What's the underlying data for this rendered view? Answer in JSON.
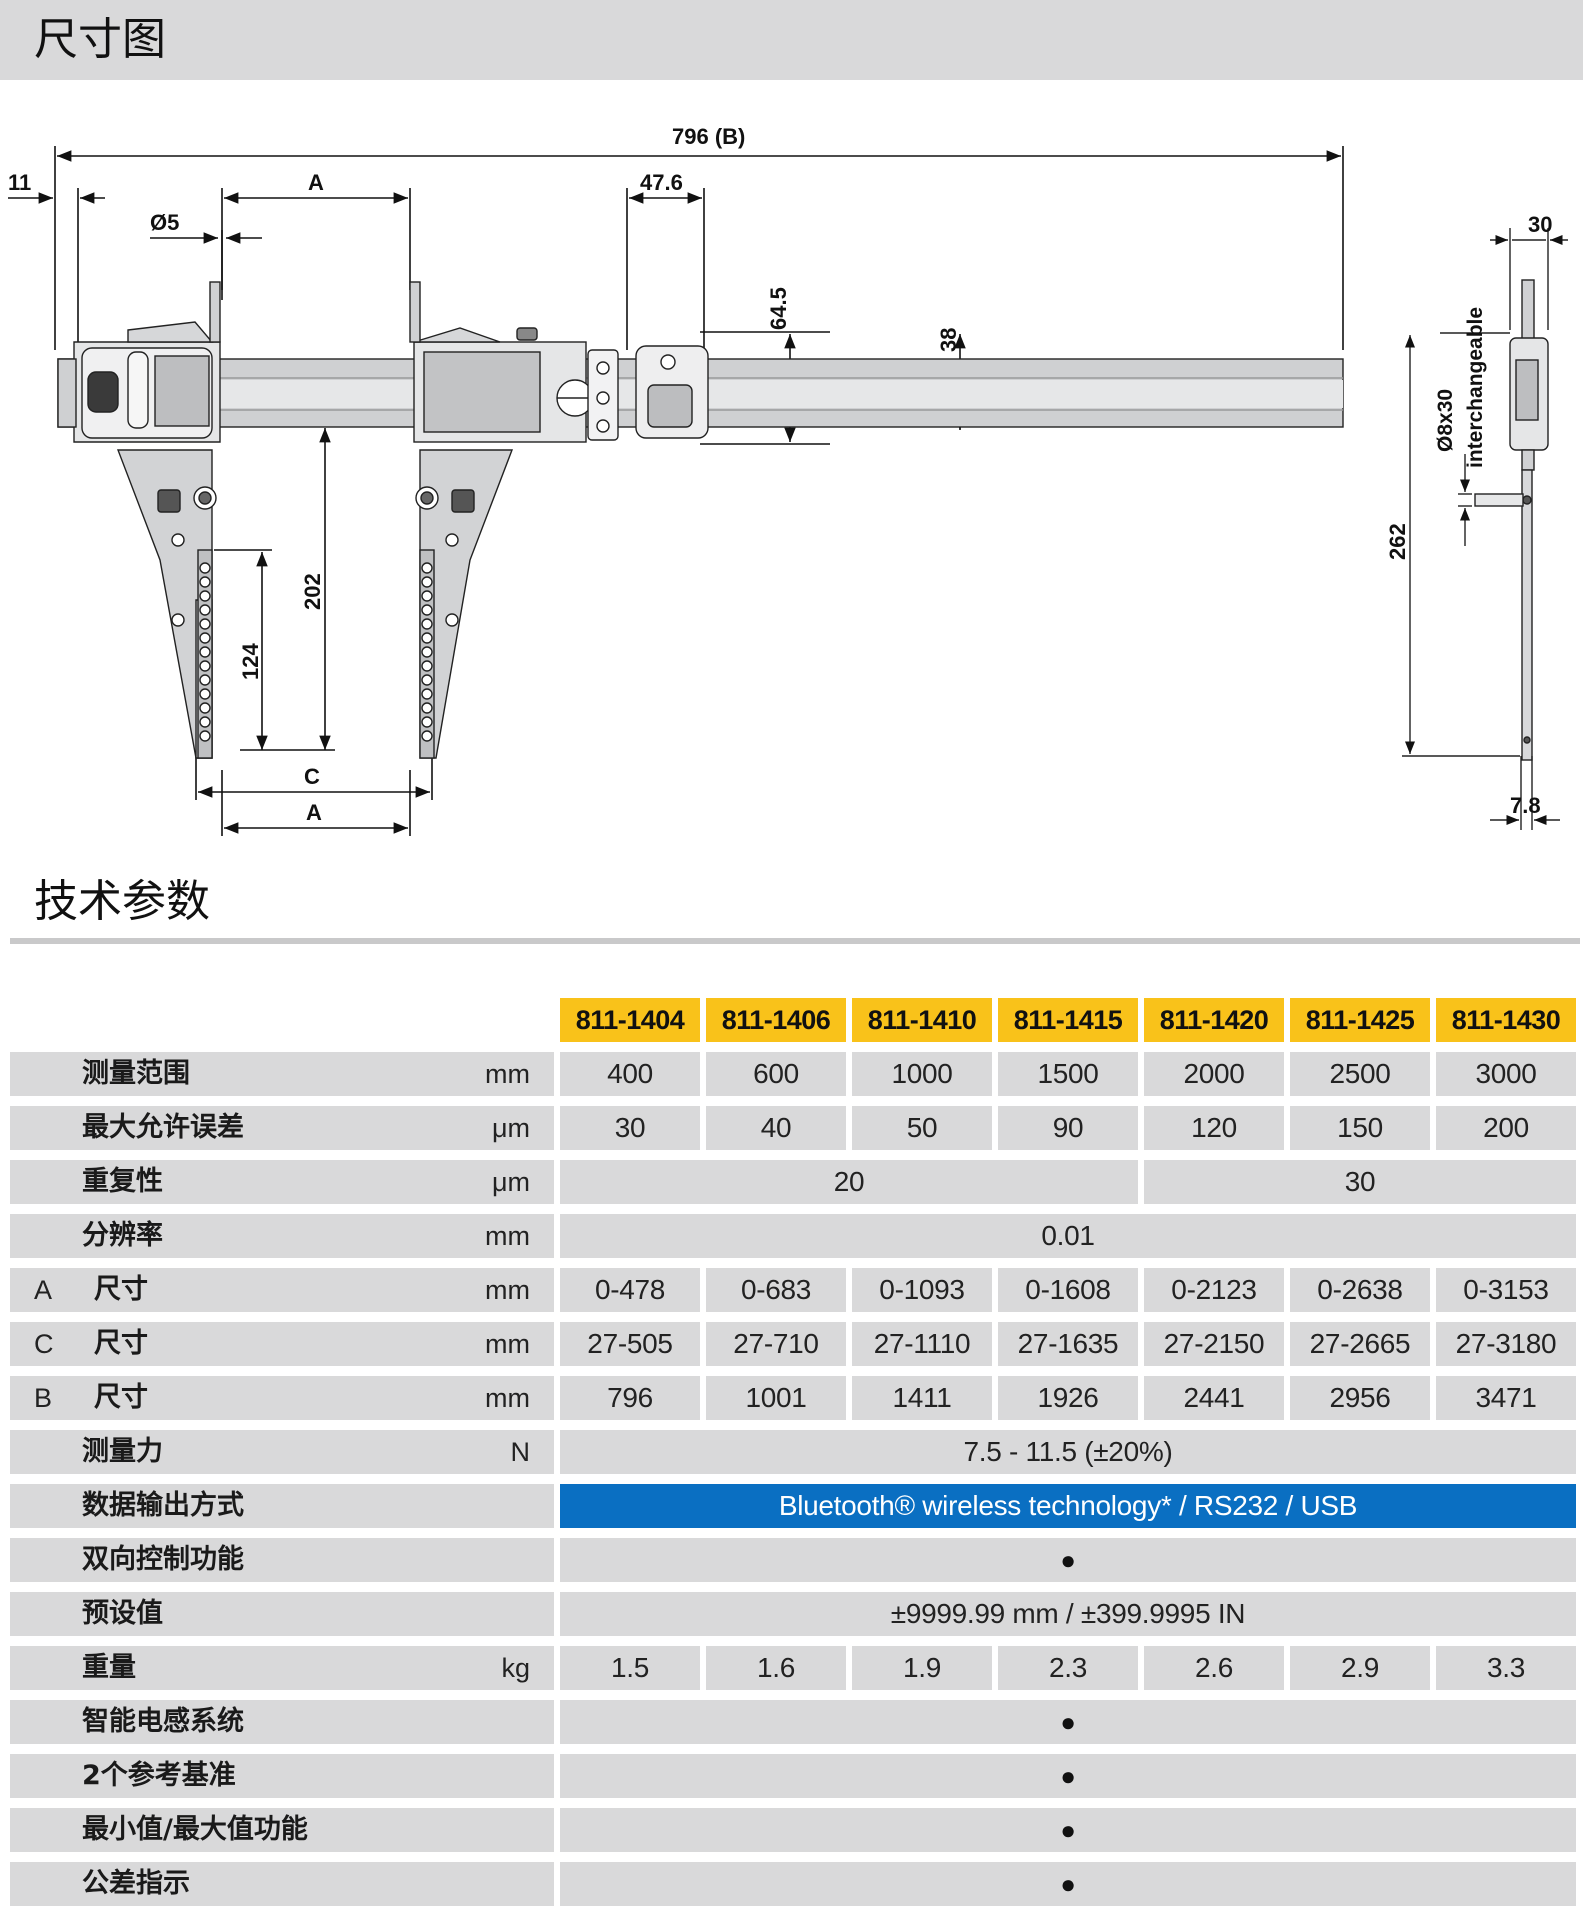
{
  "sections": {
    "dimension_title": "尺寸图",
    "spec_title": "技术参数"
  },
  "drawing": {
    "total_length": "796  (B)",
    "dim_11": "11",
    "dim_a_top": "A",
    "dim_diameter": "Ø5",
    "dim_47_6": "47.6",
    "dim_64_5": "64.5",
    "dim_38": "38",
    "dim_124": "124",
    "dim_202": "202",
    "dim_c": "C",
    "dim_a_bottom": "A",
    "dim_30": "30",
    "dim_262": "262",
    "dim_8x30": "Ø8x30",
    "interchangeable": "interchangeable",
    "dim_7_8": "7.8"
  },
  "table": {
    "models": [
      "811-1404",
      "811-1406",
      "811-1410",
      "811-1415",
      "811-1420",
      "811-1425",
      "811-1430"
    ],
    "rows": [
      {
        "prefix": "",
        "label": "测量范围",
        "unit": "mm",
        "values": [
          "400",
          "600",
          "1000",
          "1500",
          "2000",
          "2500",
          "3000"
        ]
      },
      {
        "prefix": "",
        "label": "最大允许误差",
        "unit": "μm",
        "values": [
          "30",
          "40",
          "50",
          "90",
          "120",
          "150",
          "200"
        ]
      },
      {
        "prefix": "",
        "label": "重复性",
        "unit": "μm",
        "groups": [
          {
            "value": "20",
            "span": 4
          },
          {
            "value": "30",
            "span": 3
          }
        ]
      },
      {
        "prefix": "",
        "label": "分辨率",
        "unit": "mm",
        "full": "0.01"
      },
      {
        "prefix": "A",
        "label": "尺寸",
        "unit": "mm",
        "values": [
          "0-478",
          "0-683",
          "0-1093",
          "0-1608",
          "0-2123",
          "0-2638",
          "0-3153"
        ]
      },
      {
        "prefix": "C",
        "label": "尺寸",
        "unit": "mm",
        "values": [
          "27-505",
          "27-710",
          "27-1110",
          "27-1635",
          "27-2150",
          "27-2665",
          "27-3180"
        ]
      },
      {
        "prefix": "B",
        "label": "尺寸",
        "unit": "mm",
        "values": [
          "796",
          "1001",
          "1411",
          "1926",
          "2441",
          "2956",
          "3471"
        ]
      },
      {
        "prefix": "",
        "label": "测量力",
        "unit": "N",
        "full": "7.5 - 11.5 (±20%)"
      },
      {
        "prefix": "",
        "label": "数据输出方式",
        "unit": "",
        "full": "Bluetooth® wireless technology* / RS232 / USB",
        "highlight": true
      },
      {
        "prefix": "",
        "label": "双向控制功能",
        "unit": "",
        "full": "●"
      },
      {
        "prefix": "",
        "label": "预设值",
        "unit": "",
        "full": "±9999.99 mm / ±399.9995 IN"
      },
      {
        "prefix": "",
        "label": "重量",
        "unit": "kg",
        "values": [
          "1.5",
          "1.6",
          "1.9",
          "2.3",
          "2.6",
          "2.9",
          "3.3"
        ]
      },
      {
        "prefix": "",
        "label": "智能电感系统",
        "unit": "",
        "full": "●"
      },
      {
        "prefix": "",
        "label": "2个参考基准",
        "unit": "",
        "full": "●"
      },
      {
        "prefix": "",
        "label": "最小值/最大值功能",
        "unit": "",
        "full": "●"
      },
      {
        "prefix": "",
        "label": "公差指示",
        "unit": "",
        "full": "●"
      }
    ]
  },
  "colors": {
    "header_yellow": "#f9c21a",
    "highlight_blue": "#0a6fc2",
    "row_gray": "#d9d9da"
  }
}
